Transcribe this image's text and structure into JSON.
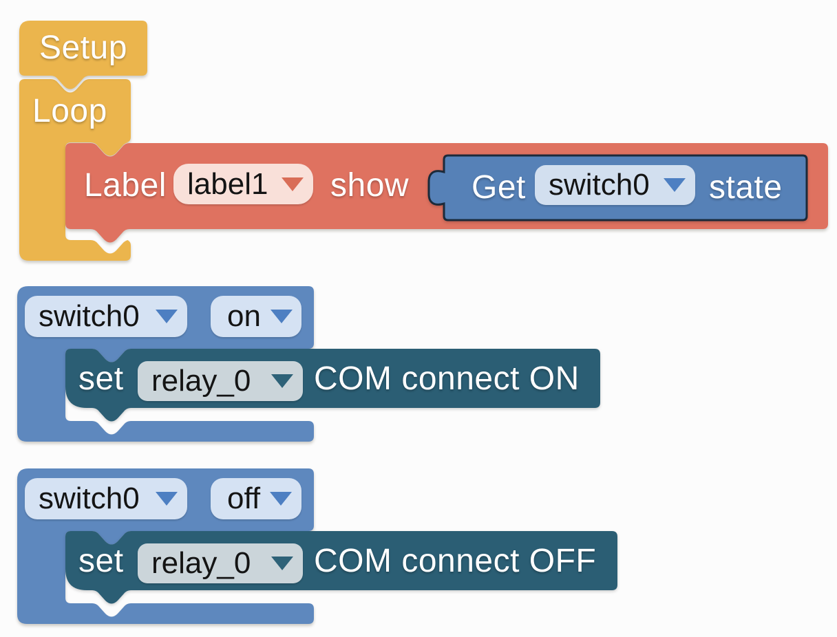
{
  "workspace": {
    "background": "#fcfcfc",
    "palette": {
      "yellow": "#ebb54d",
      "red": "#df7260",
      "blue_event": "#5e88be",
      "blue_value": "#5681b7",
      "blue_value_border": "#1c2a3a",
      "teal": "#2b5e74",
      "field_pink": "#f9e0d9",
      "field_blue": "#d5e2f3",
      "field_gray": "#cbd5da",
      "arrow_red": "#d96d57",
      "arrow_blue": "#4d7fc2",
      "arrow_teal": "#2e6278",
      "text_white": "#ffffff",
      "text_dark": "#141414"
    },
    "blocks": {
      "setup": {
        "label": "Setup"
      },
      "loop": {
        "label": "Loop"
      },
      "label_show": {
        "prefix": "Label",
        "dropdown_value": "label1",
        "suffix": "show"
      },
      "get_state": {
        "prefix": "Get",
        "dropdown_value": "switch0",
        "suffix": "state"
      },
      "switch_on": {
        "device_dropdown_value": "switch0",
        "event_dropdown_value": "on",
        "body": {
          "prefix": "set",
          "dropdown_value": "relay_0",
          "suffix": "COM connect ON"
        }
      },
      "switch_off": {
        "device_dropdown_value": "switch0",
        "event_dropdown_value": "off",
        "body": {
          "prefix": "set",
          "dropdown_value": "relay_0",
          "suffix": "COM connect OFF"
        }
      }
    }
  }
}
